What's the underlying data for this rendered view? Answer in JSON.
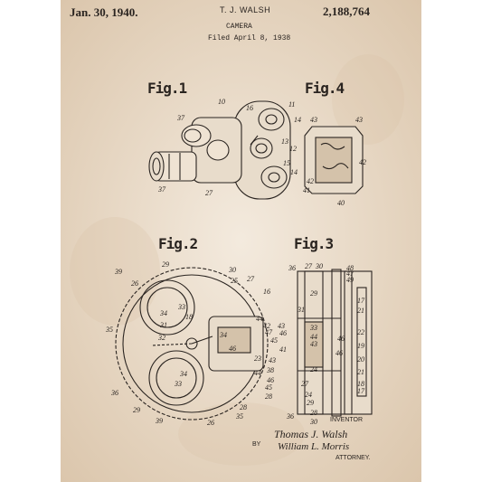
{
  "header": {
    "date": "Jan. 30, 1940.",
    "inventor": "T. J. WALSH",
    "patent_number": "2,188,764",
    "subject": "CAMERA",
    "filed": "Filed April 8, 1938"
  },
  "figures": {
    "fig1": "Fig.1",
    "fig2": "Fig.2",
    "fig3": "Fig.3",
    "fig4": "Fig.4"
  },
  "footer": {
    "inventor_label": "INVENTOR",
    "inventor_signature": "Thomas J. Walsh",
    "by_label": "BY",
    "attorney_signature": "William L. Morris",
    "attorney_label": "ATTORNEY."
  },
  "callouts": {
    "fig1": [
      "10",
      "16",
      "11",
      "37",
      "14",
      "13",
      "12",
      "15",
      "14",
      "37",
      "27"
    ],
    "fig4": [
      "43",
      "43",
      "42",
      "42",
      "41",
      "40"
    ],
    "fig2": [
      "29",
      "30",
      "26",
      "25",
      "27",
      "39",
      "33",
      "34",
      "16",
      "35",
      "18",
      "31",
      "32",
      "44",
      "42",
      "47",
      "45",
      "43",
      "46",
      "34",
      "41",
      "46",
      "43",
      "38",
      "23",
      "44",
      "28",
      "46",
      "45",
      "34",
      "33",
      "36",
      "29",
      "39",
      "26",
      "28",
      "35"
    ],
    "fig3": [
      "36",
      "27",
      "30",
      "48",
      "47",
      "49",
      "29",
      "17",
      "21",
      "31",
      "33",
      "46",
      "22",
      "44",
      "43",
      "46",
      "19",
      "24",
      "20",
      "21",
      "27",
      "18",
      "17",
      "24",
      "29",
      "28",
      "36",
      "30"
    ]
  },
  "colors": {
    "paper": "#efe3d3",
    "ink": "#2a2420",
    "background": "#ffffff"
  }
}
